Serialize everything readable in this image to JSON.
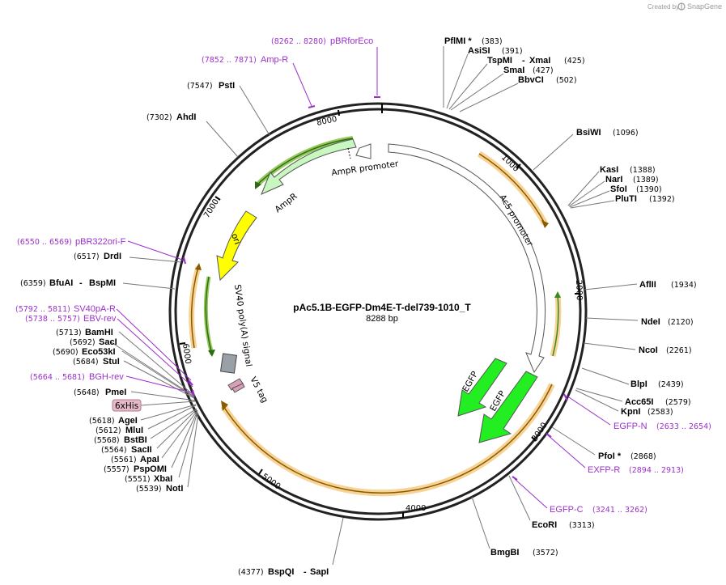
{
  "app": {
    "credit_prefix": "Created by",
    "credit_brand": "SnapGene"
  },
  "plasmid": {
    "name": "pAc5.1B-EGFP-Dm4E-T-del739-1010_T",
    "length_label": "8288 bp"
  },
  "ticks": [
    "1000",
    "2000",
    "3000",
    "4000",
    "5000",
    "6000",
    "7000",
    "8000"
  ],
  "features": {
    "ac5_promoter": "Ac5 promoter",
    "ampr_promoter": "AmpR promoter",
    "ampr": "AmpR",
    "ori": "ori",
    "sv40": "SV40 poly(A) signal",
    "v5": "V5 tag",
    "egfp_a": "EGFP",
    "egfp_b": "EGFP"
  },
  "tag": {
    "label": "6xHis"
  },
  "sites_right": [
    {
      "name": "PflMI *",
      "pos": "(383)"
    },
    {
      "name": "AsiSI",
      "pos": "(391)"
    },
    {
      "name": "TspMI",
      "name2": "XmaI",
      "pos": "(425)"
    },
    {
      "name": "SmaI",
      "pos": "(427)"
    },
    {
      "name": "BbvCI",
      "pos": "(502)"
    },
    {
      "name": "BsiWI",
      "pos": "(1096)"
    },
    {
      "name": "KasI",
      "pos": "(1388)"
    },
    {
      "name": "NarI",
      "pos": "(1389)"
    },
    {
      "name": "SfoI",
      "pos": "(1390)"
    },
    {
      "name": "PluTI",
      "pos": "(1392)"
    },
    {
      "name": "AflII",
      "pos": "(1934)"
    },
    {
      "name": "NdeI",
      "pos": "(2120)"
    },
    {
      "name": "NcoI",
      "pos": "(2261)"
    },
    {
      "name": "BlpI",
      "pos": "(2439)"
    },
    {
      "name": "Acc65I",
      "pos": "(2579)"
    },
    {
      "name": "KpnI",
      "pos": "(2583)"
    },
    {
      "name": "PfoI *",
      "pos": "(2868)"
    },
    {
      "name": "EcoRI",
      "pos": "(3313)"
    },
    {
      "name": "BmgBI",
      "pos": "(3572)"
    }
  ],
  "sites_left": [
    {
      "name": "PstI",
      "pos": "(7547)"
    },
    {
      "name": "AhdI",
      "pos": "(7302)"
    },
    {
      "name": "DrdI",
      "pos": "(6517)"
    },
    {
      "name": "BfuAI",
      "name2": "BspMI",
      "pos": "(6359)"
    },
    {
      "name": "BamHI",
      "pos": "(5713)"
    },
    {
      "name": "SacI",
      "pos": "(5692)"
    },
    {
      "name": "Eco53kI",
      "pos": "(5690)"
    },
    {
      "name": "StuI",
      "pos": "(5684)"
    },
    {
      "name": "PmeI",
      "pos": "(5648)"
    },
    {
      "name": "AgeI",
      "pos": "(5618)"
    },
    {
      "name": "MluI",
      "pos": "(5612)"
    },
    {
      "name": "BstBI",
      "pos": "(5568)"
    },
    {
      "name": "SacII",
      "pos": "(5564)"
    },
    {
      "name": "ApaI",
      "pos": "(5561)"
    },
    {
      "name": "PspOMI",
      "pos": "(5557)"
    },
    {
      "name": "XbaI",
      "pos": "(5551)"
    },
    {
      "name": "NotI",
      "pos": "(5539)"
    },
    {
      "name": "BspQI",
      "name2": "SapI",
      "pos": "(4377)"
    }
  ],
  "primers": [
    {
      "name": "pBRforEco",
      "pos": "(8262 .. 8280)"
    },
    {
      "name": "Amp-R",
      "pos": "(7852 .. 7871)"
    },
    {
      "name": "pBR322ori-F",
      "pos": "(6550 .. 6569)"
    },
    {
      "name": "SV40pA-R",
      "pos": "(5792 .. 5811)"
    },
    {
      "name": "EBV-rev",
      "pos": "(5738 .. 5757)"
    },
    {
      "name": "BGH-rev",
      "pos": "(5664 .. 5681)"
    },
    {
      "name": "EGFP-N",
      "pos": "(2633 .. 2654)"
    },
    {
      "name": "EXFP-R",
      "pos": "(2894 .. 2913)"
    },
    {
      "name": "EGFP-C",
      "pos": "(3241 .. 3262)"
    }
  ],
  "colors": {
    "backbone": "#222222",
    "primer": "#9b30c9",
    "orf_arrow": "#8a5a00",
    "orf_glow": "#f5c97a",
    "ampr_fill": "#c8f7c0",
    "ori_fill": "#ffff00",
    "egfp_fill": "#22ee22",
    "sv40_fill": "#9aa0a8",
    "v5_fill": "#d8a0b8",
    "tag_fill": "#e6b8c8"
  }
}
